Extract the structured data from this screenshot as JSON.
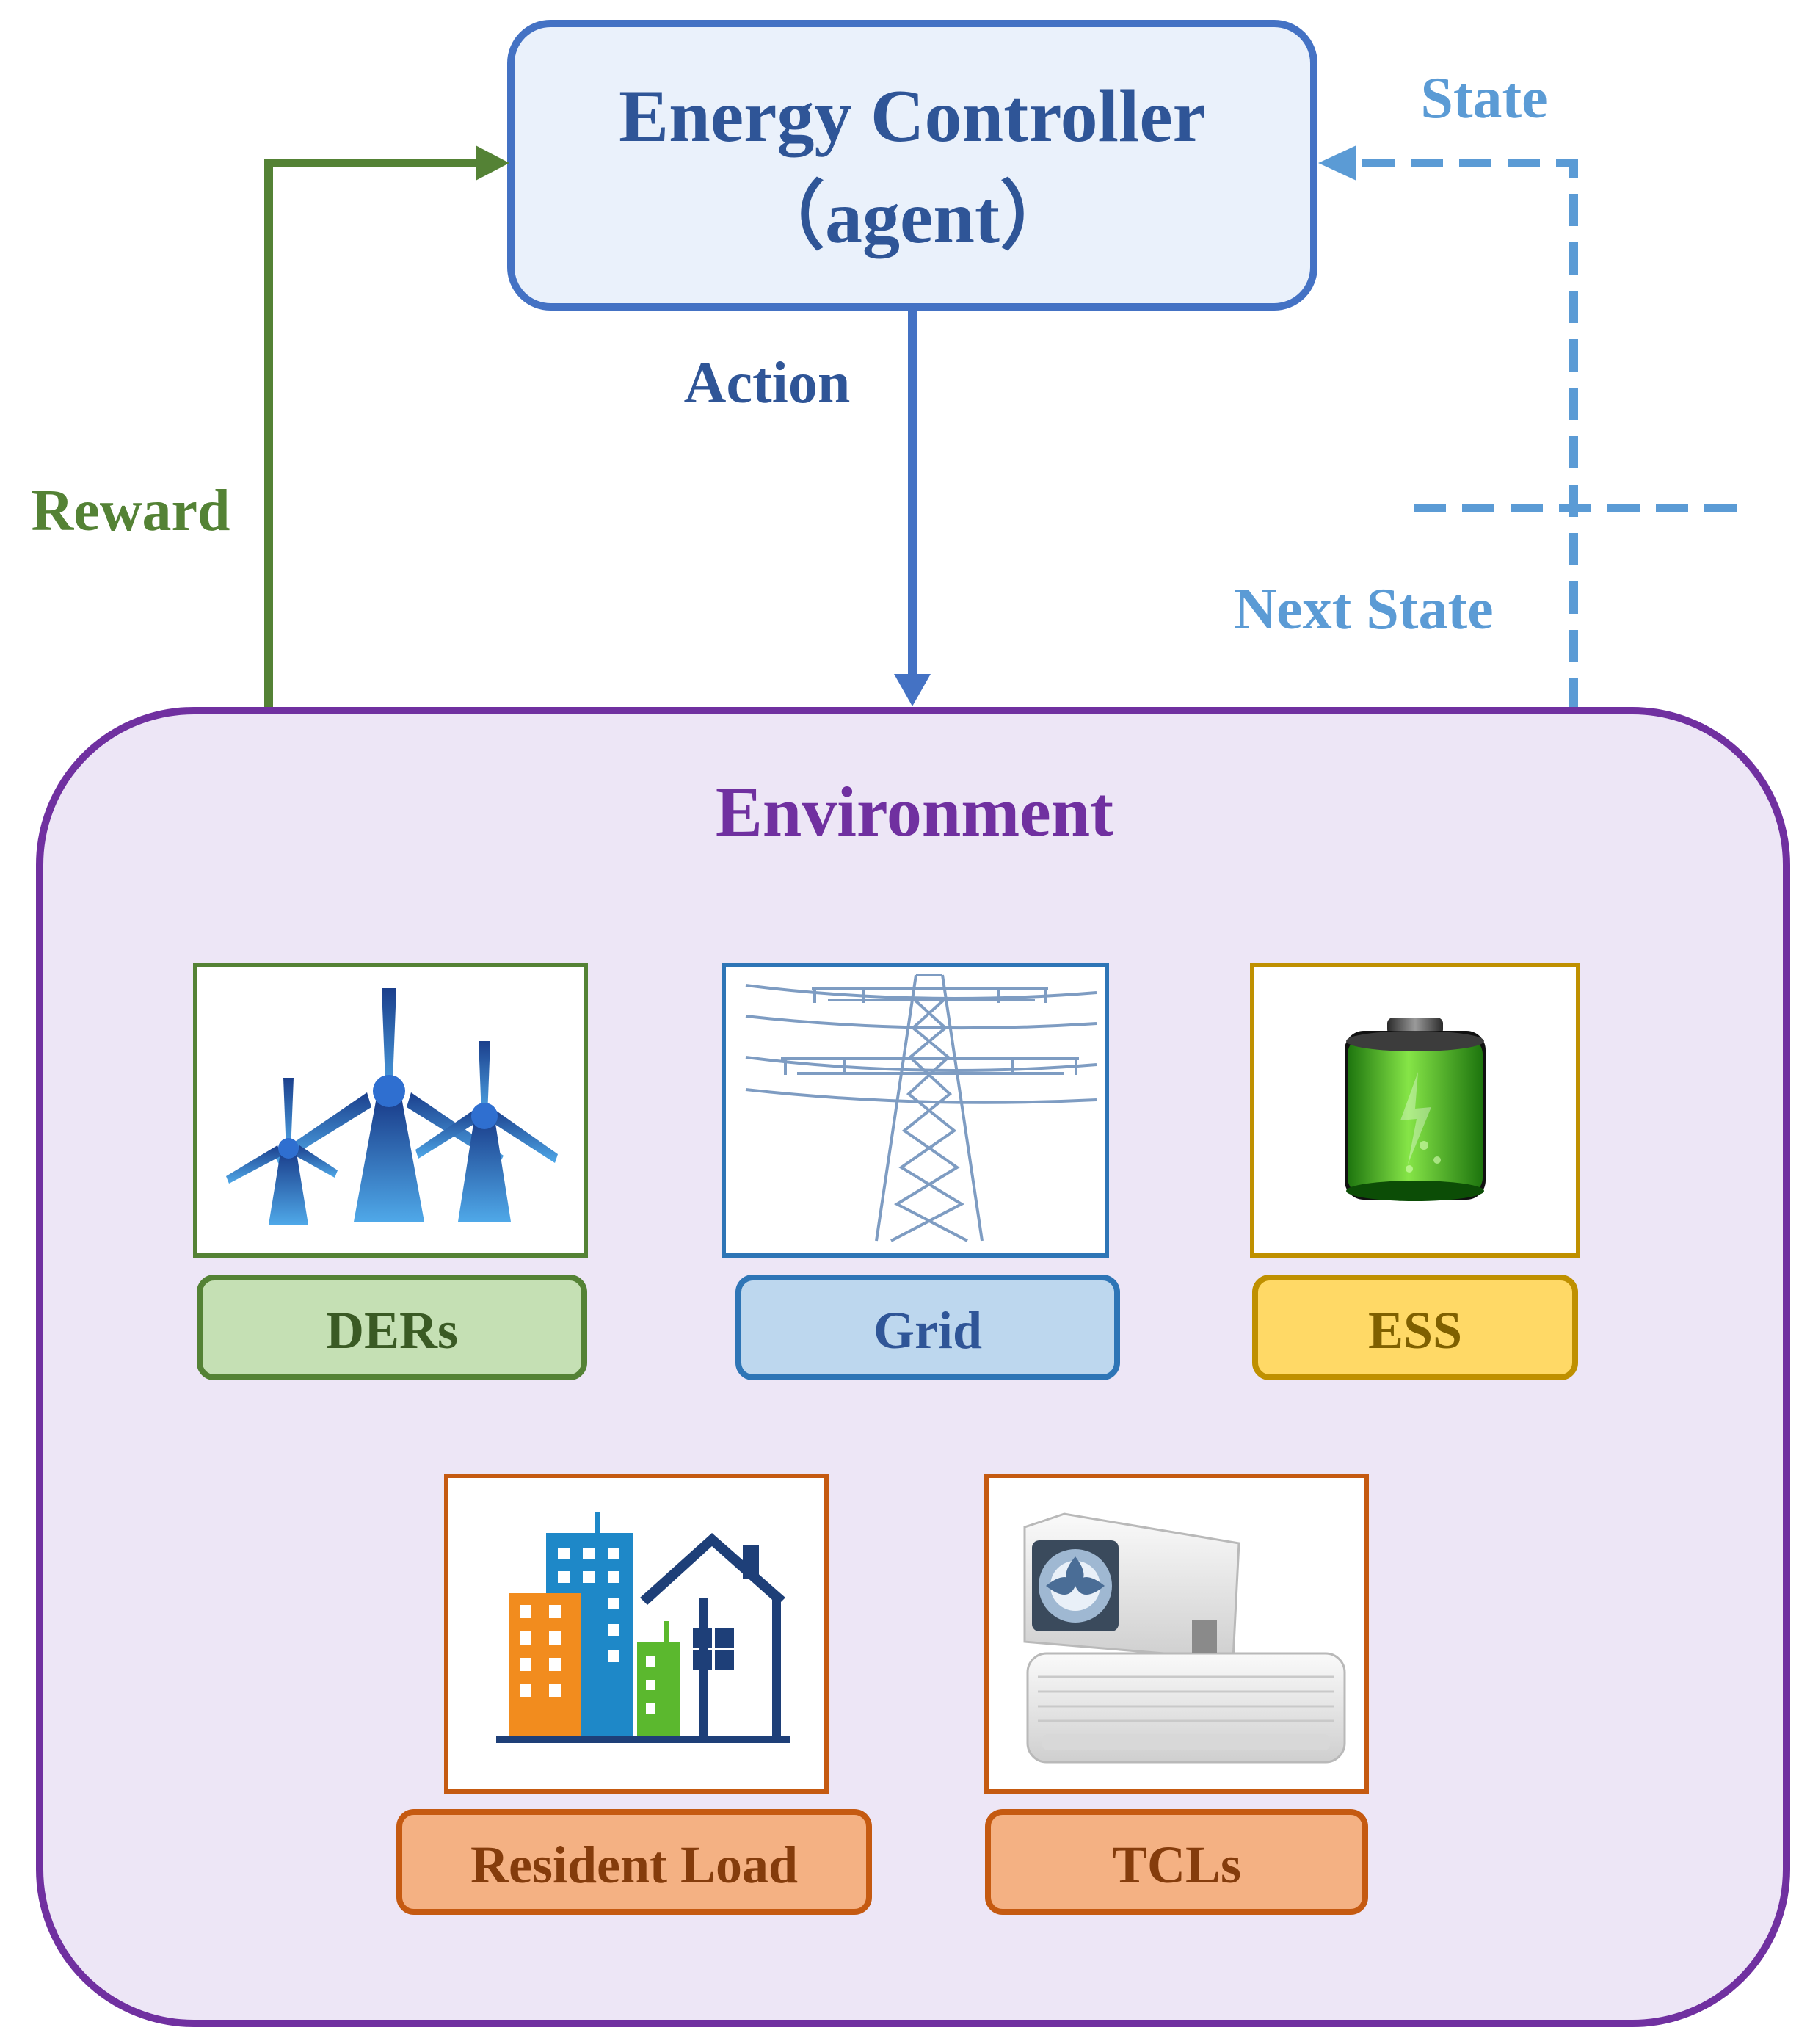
{
  "agent": {
    "title": "Energy Controller",
    "subtitle": "（agent）"
  },
  "arrows": {
    "action": "Action",
    "reward": "Reward",
    "state": "State",
    "next_state": "Next State"
  },
  "environment": {
    "title": "Environment",
    "components": [
      {
        "label": "DERs",
        "icon": "wind-turbine-icon"
      },
      {
        "label": "Grid",
        "icon": "transmission-tower-icon"
      },
      {
        "label": "ESS",
        "icon": "battery-icon"
      },
      {
        "label": "Resident Load",
        "icon": "buildings-house-icon"
      },
      {
        "label": "TCLs",
        "icon": "air-conditioner-icon"
      }
    ]
  },
  "colors": {
    "agent_border": "#4472C4",
    "agent_fill": "#EAF1FB",
    "agent_text": "#2F5597",
    "action": "#4472C4",
    "reward": "#548235",
    "state": "#5B9BD5",
    "environment_border": "#7030A0",
    "environment_fill": "#EDE6F6",
    "ders": "#548235",
    "ders_fill": "#C5E0B4",
    "grid": "#2E75B6",
    "grid_fill": "#BDD7EE",
    "ess": "#BF9000",
    "ess_fill": "#FFD966",
    "load": "#C55A11",
    "load_fill": "#F4B183"
  }
}
